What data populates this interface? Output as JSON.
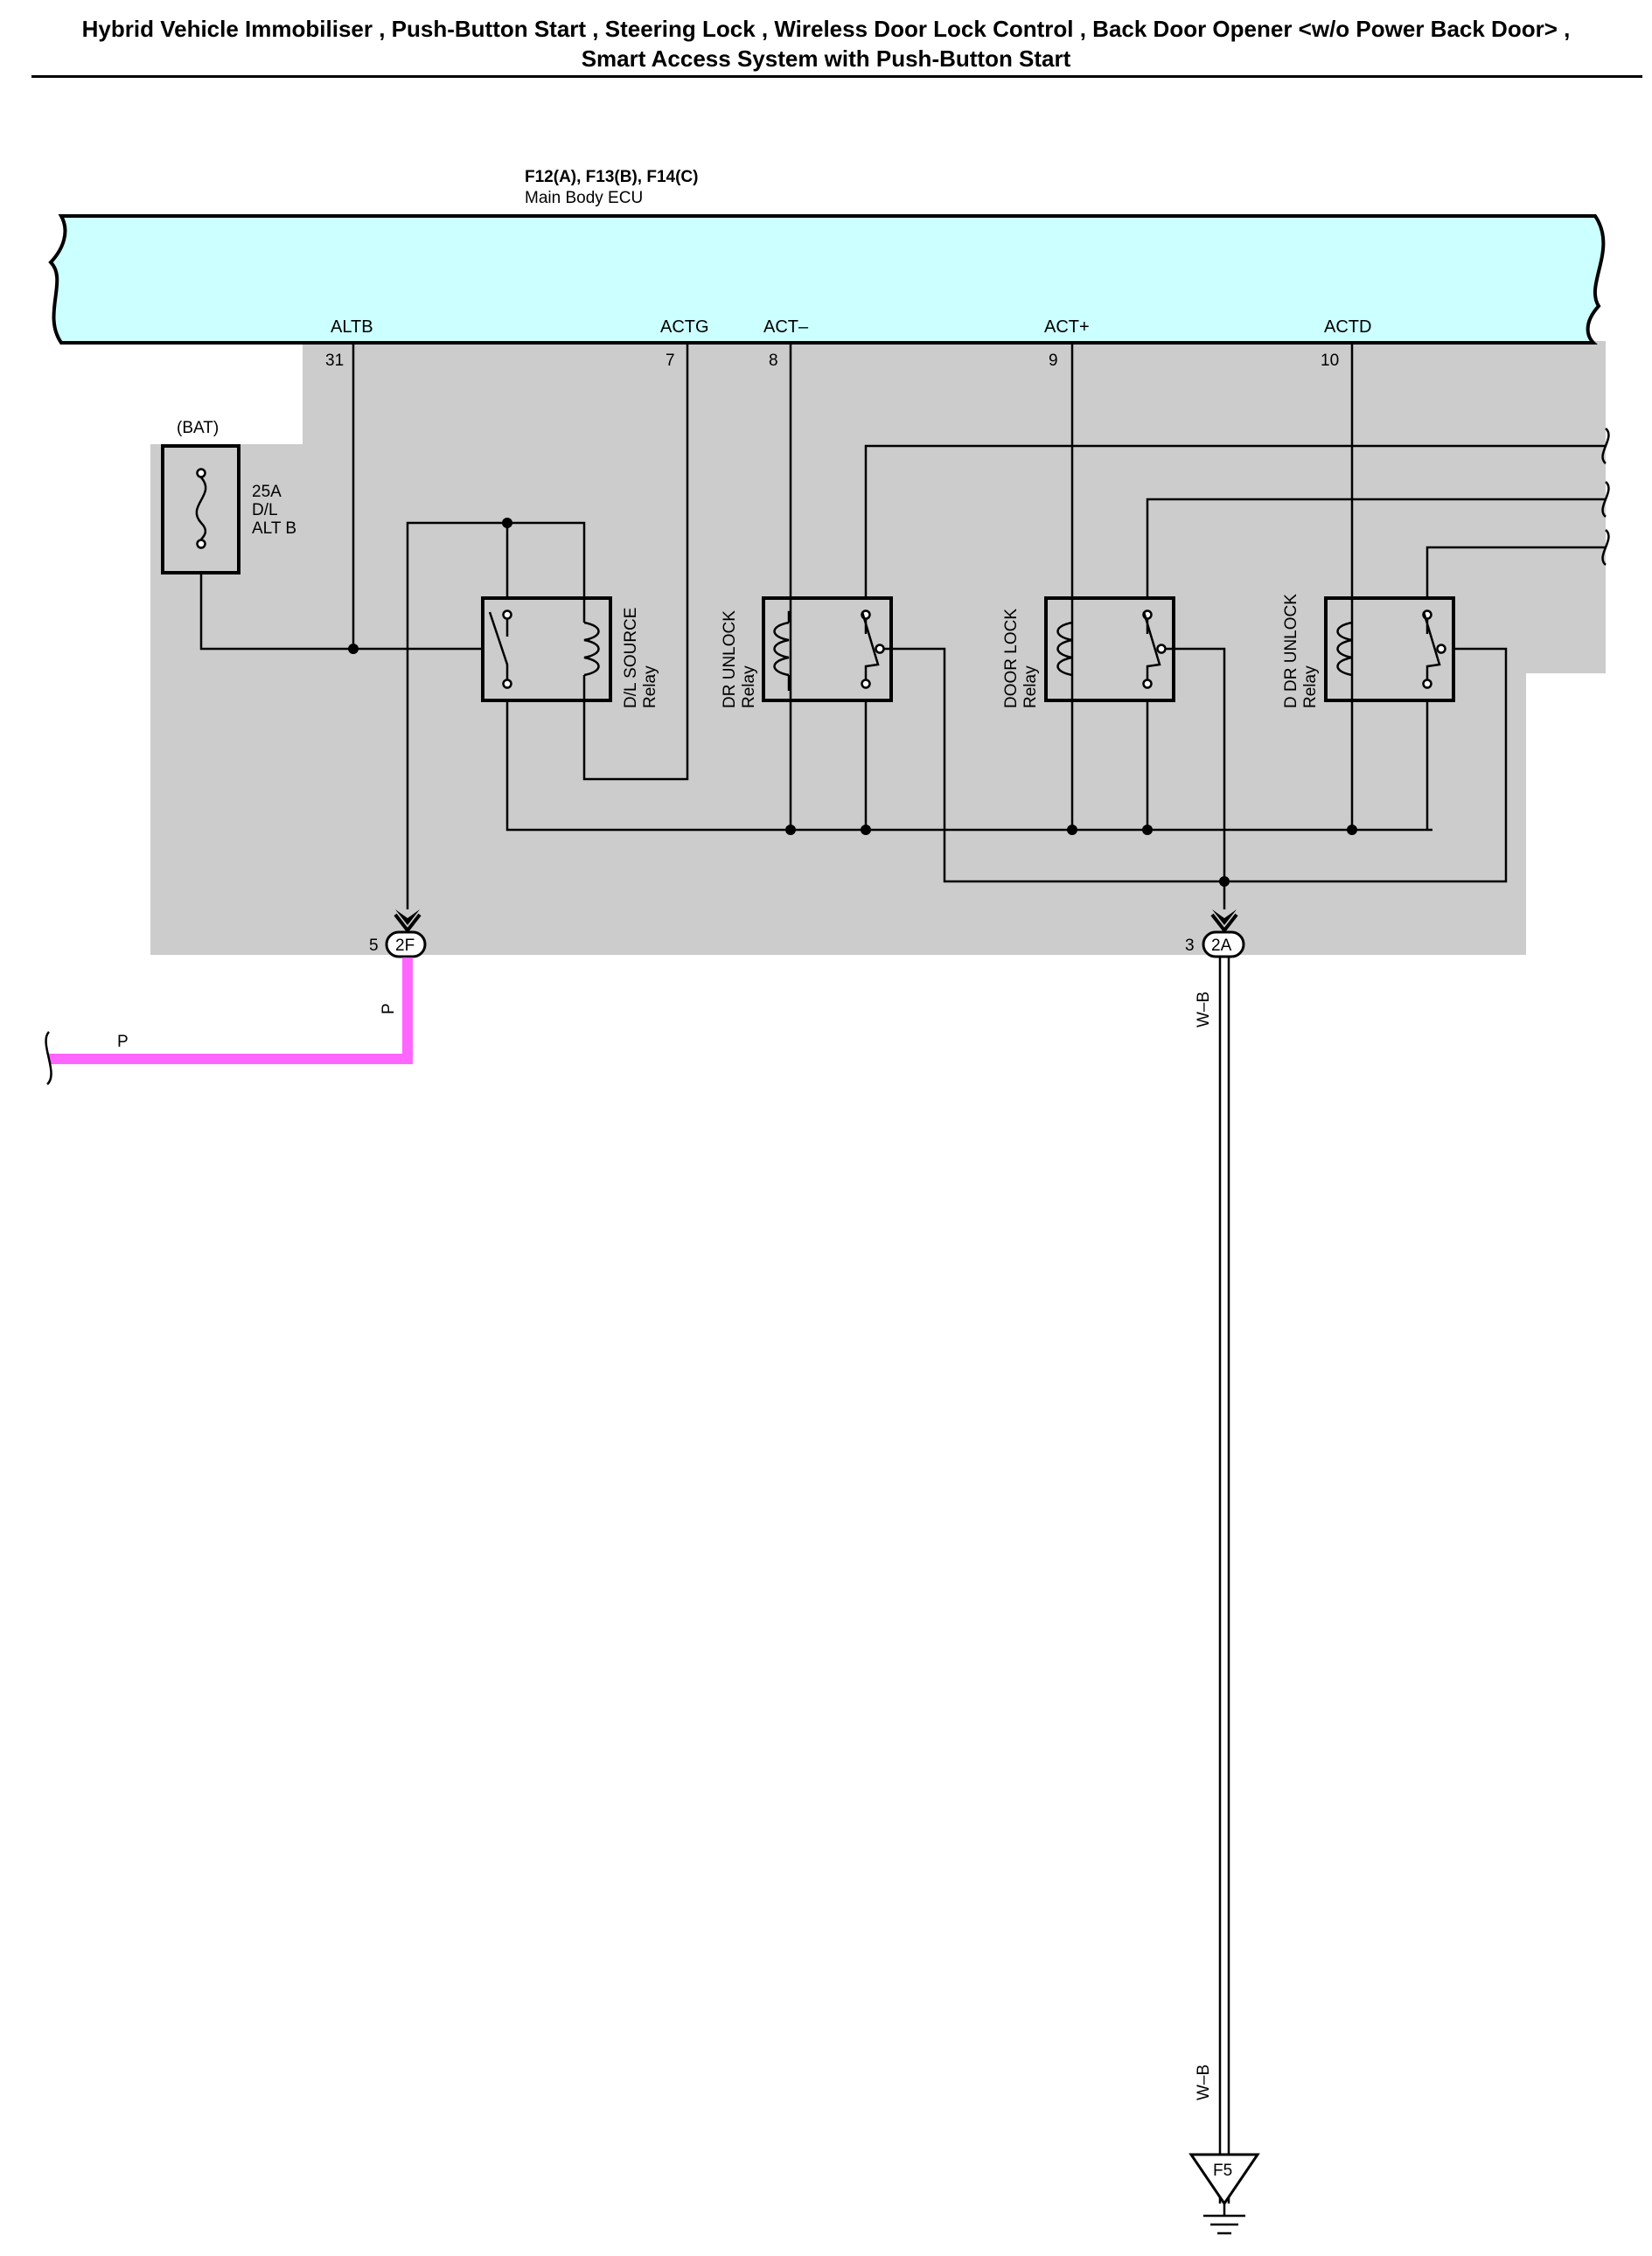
{
  "title": {
    "line1": "Hybrid Vehicle Immobiliser , Push-Button Start , Steering Lock , Wireless Door Lock Control , Back Door Opener <w/o Power Back Door> ,",
    "line2": "Smart Access System with Push-Button Start"
  },
  "ecu": {
    "connectors": "F12(A), F13(B), F14(C)",
    "name": "Main Body ECU",
    "fill_color": "#ccffff",
    "pins": [
      {
        "name": "ALTB",
        "number": "31"
      },
      {
        "name": "ACTG",
        "number": "7"
      },
      {
        "name": "ACT–",
        "number": "8"
      },
      {
        "name": "ACT+",
        "number": "9"
      },
      {
        "name": "ACTD",
        "number": "10"
      }
    ]
  },
  "fuse": {
    "source": "(BAT)",
    "rating": "25A",
    "name1": "D/L",
    "name2": "ALT B"
  },
  "relays": [
    {
      "name": "D/L SOURCE",
      "type": "Relay"
    },
    {
      "name": "DR UNLOCK",
      "type": "Relay"
    },
    {
      "name": "DOOR LOCK",
      "type": "Relay"
    },
    {
      "name": "D DR UNLOCK",
      "type": "Relay"
    }
  ],
  "connectors": [
    {
      "pin": "5",
      "id": "2F"
    },
    {
      "pin": "3",
      "id": "2A"
    }
  ],
  "wires": {
    "pink_label_vertical": "P",
    "pink_label_horizontal": "P",
    "pink_color": "#ff66ff",
    "wb_label_top": "W–B",
    "wb_label_bottom": "W–B"
  },
  "ground": {
    "id": "F5"
  },
  "colors": {
    "junction_block_gray": "#cccccc"
  }
}
